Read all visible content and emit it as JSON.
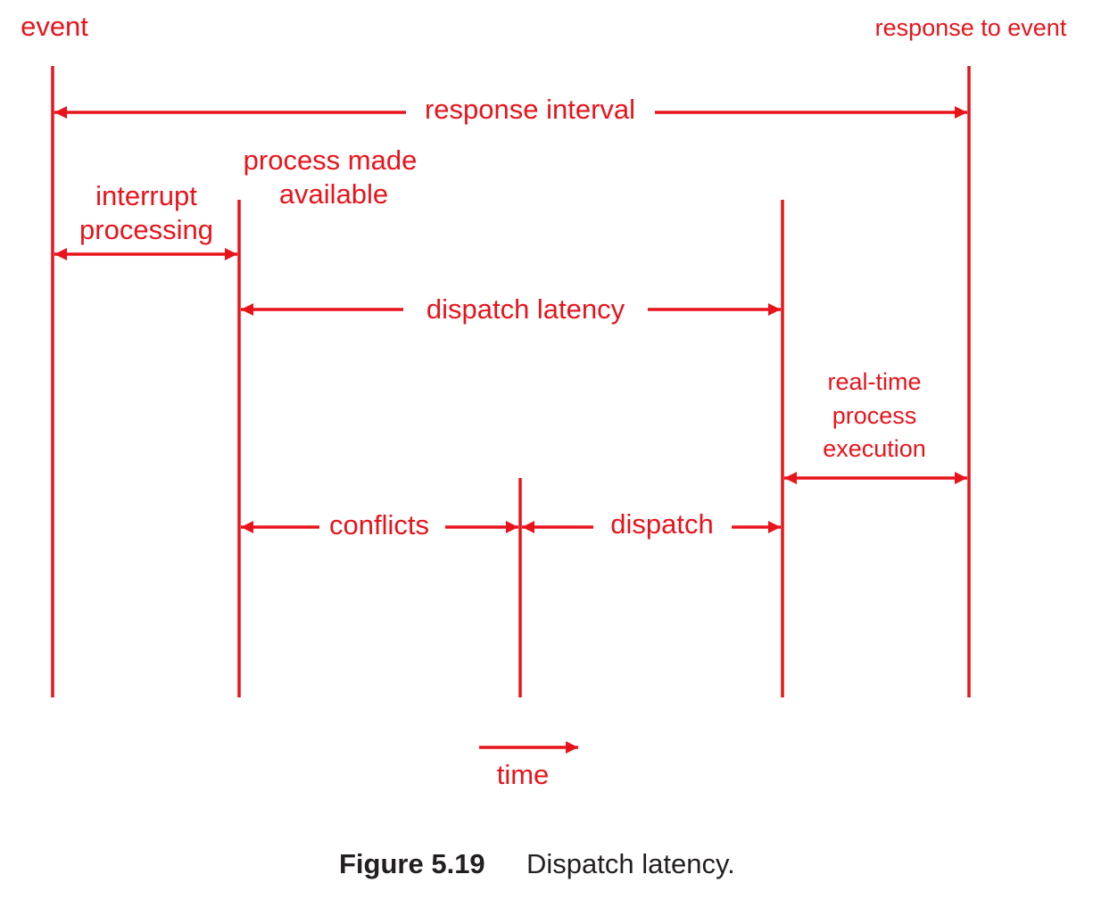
{
  "colors": {
    "diagram": "#e8141b",
    "caption": "#231f20"
  },
  "labels": {
    "event": "event",
    "response_to_event": "response to event",
    "response_interval": "response interval",
    "process_made_available": [
      "process made",
      "available"
    ],
    "interrupt_processing": [
      "interrupt",
      "processing"
    ],
    "dispatch_latency": "dispatch latency",
    "real_time_execution": [
      "real-time",
      "process",
      "execution"
    ],
    "conflicts": "conflicts",
    "dispatch": "dispatch",
    "time": "time"
  },
  "caption": {
    "number": "Figure 5.19",
    "text": "Dispatch latency."
  }
}
